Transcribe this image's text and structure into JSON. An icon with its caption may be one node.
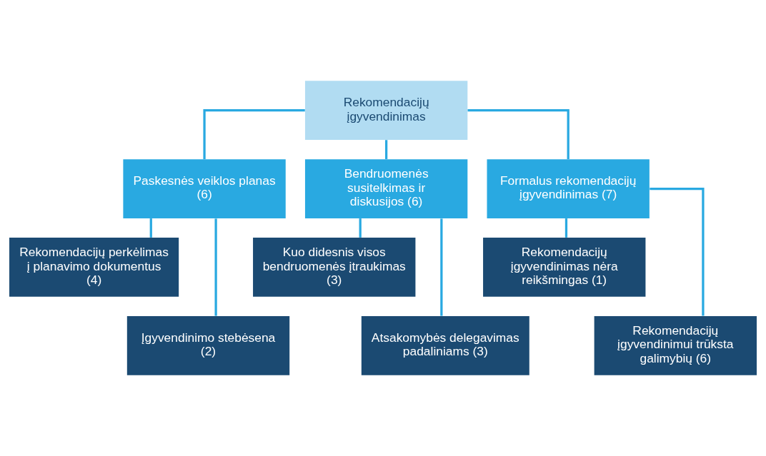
{
  "diagram": {
    "nodes": [
      {
        "text": [
          "Rekomendacijų įgyvendinimas"
        ]
      },
      {
        "text": [
          "Paskesnės veiklos planas (6)"
        ]
      },
      {
        "text": [
          "Bendruomenės susitelkimas ir diskusijos (6)"
        ]
      },
      {
        "text": [
          "Formalus rekomendacijų įgyvendinimas (7)"
        ]
      },
      {
        "text": [
          "Rekomendacijų perkėlimas į planavimo dokumentus (4)"
        ]
      },
      {
        "text": [
          "Kuo didesnis visos bendruomenės įtraukimas (3)"
        ]
      },
      {
        "text": [
          "Rekomendacijų įgyvendinimas nėra reikšmingas (1)"
        ]
      },
      {
        "text": [
          "Įgyvendinimo stebėsena (2)"
        ]
      },
      {
        "text": [
          "Atsakomybės delegavimas padaliniams (3)"
        ]
      },
      {
        "text": [
          "Rekomendacijų įgyvendinimui trūksta galimybių (6)"
        ]
      }
    ],
    "edges": [
      {
        "from": 0,
        "to": 1,
        "arrow": "none"
      },
      {
        "from": 0,
        "to": 2,
        "arrow": "none"
      },
      {
        "from": 0,
        "to": 3,
        "arrow": "none"
      },
      {
        "from": 1,
        "to": 4,
        "arrow": "none"
      },
      {
        "from": 1,
        "to": 7,
        "arrow": "none"
      },
      {
        "from": 2,
        "to": 5,
        "arrow": "none"
      },
      {
        "from": 2,
        "to": 8,
        "arrow": "none"
      },
      {
        "from": 3,
        "to": 6,
        "arrow": "none"
      },
      {
        "from": 3,
        "to": 9,
        "arrow": "none"
      }
    ]
  }
}
